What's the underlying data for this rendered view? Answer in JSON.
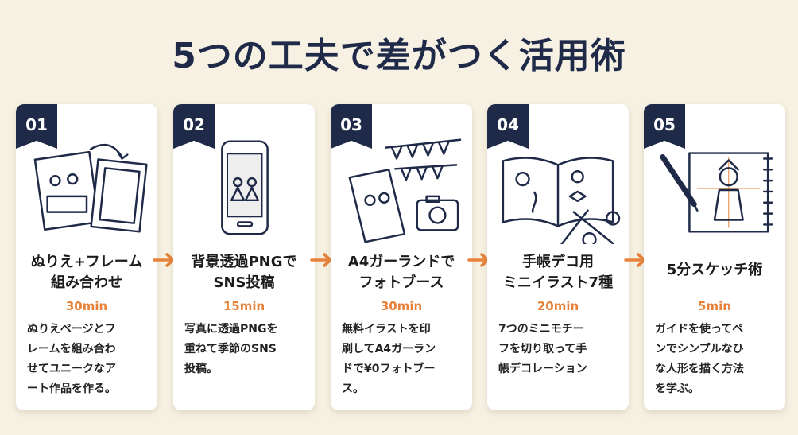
{
  "title": "5つの工夫で差がつく活用術",
  "accent_color": "#e8823a",
  "navy_color": "#1e2a48",
  "cards": [
    {
      "number": "01",
      "title_lines": [
        "ぬりえ+フレーム",
        "組み合わせ"
      ],
      "time": "30min",
      "desc_lines": [
        "ぬりえページとフ",
        "レームを組み合わ",
        "せてユニークなア",
        "ート作品を作る。"
      ],
      "icon": "coloring-page-frame-icon"
    },
    {
      "number": "02",
      "title_lines": [
        "背景透過PNGで",
        "SNS投稿"
      ],
      "time": "15min",
      "desc_lines": [
        "写真に透過PNGを",
        "重ねて季節のSNS",
        "投稿。"
      ],
      "icon": "smartphone-icon"
    },
    {
      "number": "03",
      "title_lines": [
        "A4ガーランドで",
        "フォトブース"
      ],
      "time": "30min",
      "desc_lines": [
        "無料イラストを印",
        "刷してA4ガーラン",
        "ドで¥0フォトブー",
        "ス。"
      ],
      "icon": "garland-camera-icon"
    },
    {
      "number": "04",
      "title_lines": [
        "手帳デコ用",
        "ミニイラスト7種"
      ],
      "time": "20min",
      "desc_lines": [
        "7つのミニモチー",
        "フを切り取って手",
        "帳デコレーション"
      ],
      "icon": "notebook-scissors-icon"
    },
    {
      "number": "05",
      "title_lines": [
        "5分スケッチ術"
      ],
      "time": "5min",
      "desc_lines": [
        "ガイドを使ってペ",
        "ンでシンプルなひ",
        "な人形を描く方法",
        "を学ぶ。"
      ],
      "icon": "sketchbook-pen-icon"
    }
  ]
}
